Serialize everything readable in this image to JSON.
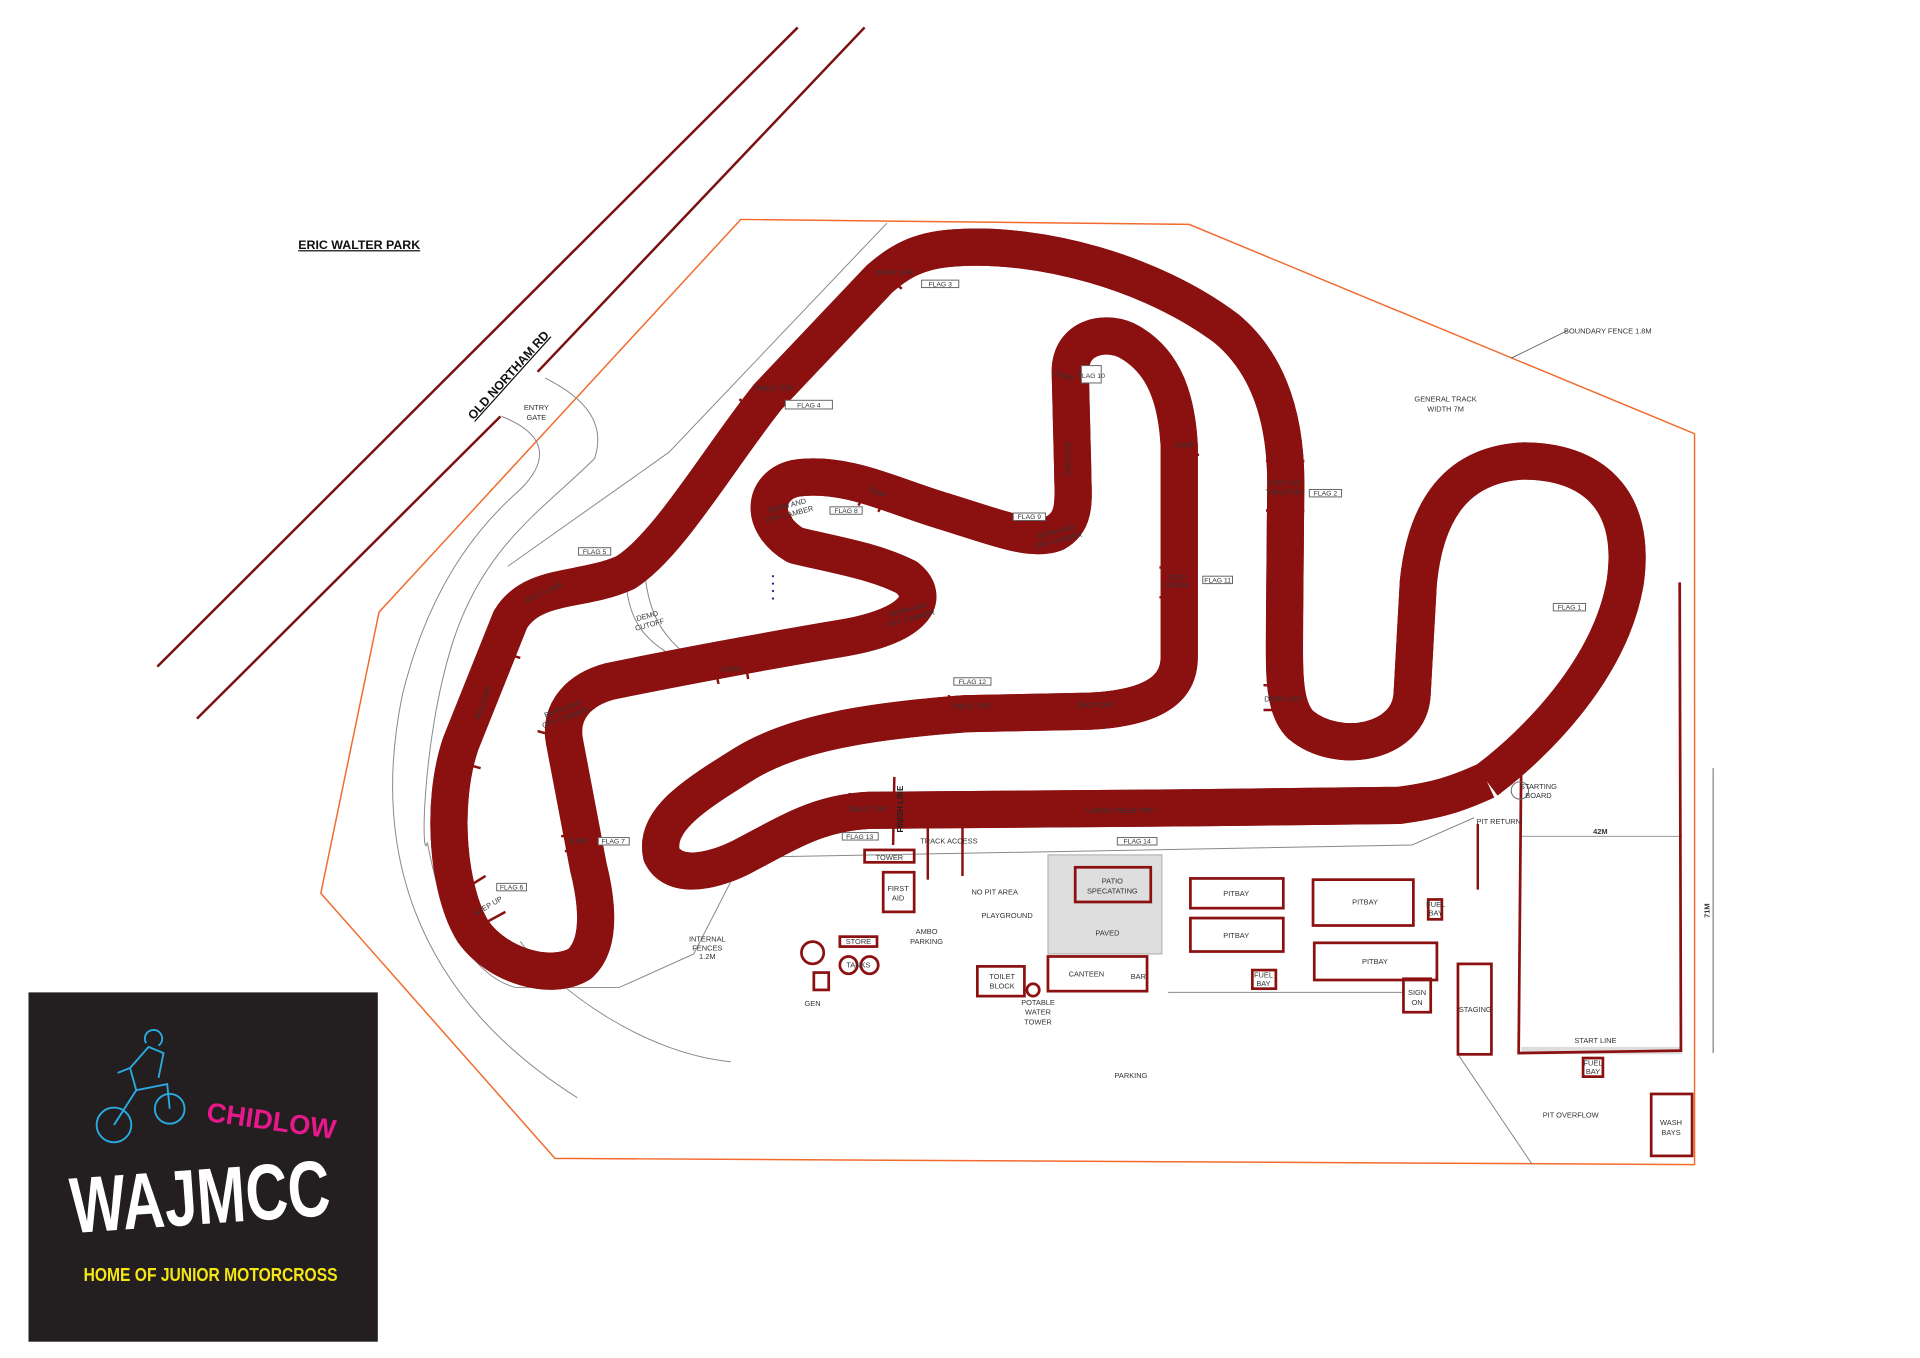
{
  "title": "ERIC WALTER PARK",
  "road": "OLD NORTHAM RD",
  "entry_gate": [
    "ENTRY",
    "GATE"
  ],
  "boundary_fence": "BOUNDARY FENCE 1.8M",
  "track_width": [
    "GENERAL TRACK",
    "WIDTH 7M"
  ],
  "flags": [
    "FLAG 1",
    "FLAG 2",
    "FLAG 3",
    "FLAG 4",
    "FLAG 5",
    "FLAG 6",
    "FLAG 7",
    "FLAG 8",
    "FLAG 9",
    "FLAG 10",
    "FLAG 11",
    "FLAG 12",
    "FLAG 13",
    "FLAG 14"
  ],
  "features": {
    "drop_off": "DROP OFF",
    "table_top": "TABLE TOP",
    "jump": "JUMP",
    "whoops": "WHOOPS",
    "step_up_tabletop": [
      "STEP UP/",
      "TABLETOP"
    ],
    "step_down": [
      "STEP",
      "DOWN"
    ],
    "berm": [
      "BERM AND",
      "OFF CAMBER"
    ],
    "split_lane": "SPLIT LANE",
    "demo_cutoff": [
      "DEMO",
      "CUTOFF"
    ],
    "rollers": "ROLLERS",
    "step_up": "STEP UP",
    "finish_line": "FINISH LINE",
    "large_table_top": "LARGE TABLE TOP",
    "track_access": "TRACK ACCESS"
  },
  "facilities": {
    "tower": "TOWER",
    "first_aid": [
      "FIRST",
      "AID"
    ],
    "no_pit_area": "NO PIT AREA",
    "playground": "PLAYGROUND",
    "ambo_parking": [
      "AMBO",
      "PARKING"
    ],
    "patio": [
      "PATIO",
      "SPECATATING"
    ],
    "paved": "PAVED",
    "canteen": "CANTEEN",
    "bar": "BAR",
    "toilet_block": [
      "TOILET",
      "BLOCK"
    ],
    "potable_water": [
      "POTABLE",
      "WATER",
      "TOWER"
    ],
    "store": "STORE",
    "tanks": "TANKS",
    "gen": "GEN",
    "internal_fences": [
      "INTERNAL",
      "FENCES",
      "1.2M"
    ],
    "pitbay": "PITBAY",
    "fuel_bay": [
      "FUEL",
      "BAY"
    ],
    "sign_on": [
      "SIGN",
      "ON"
    ],
    "staging": "STAGING",
    "start_line": "START LINE",
    "width_42": "42M",
    "length_71": "71M",
    "starting_board": [
      "STARTING",
      "BOARD"
    ],
    "pit_return": "PIT RETURN",
    "parking": "PARKING",
    "pit_overflow": "PIT OVERFLOW",
    "wash_bays": [
      "WASH",
      "BAYS"
    ]
  },
  "logo": {
    "club": "CHIDLOW",
    "name": "WAJMCC",
    "tagline": "HOME OF JUNIOR MOTORCROSS"
  },
  "colors": {
    "track": "#8b1010",
    "fence": "#f26a2e",
    "logo_bg": "#231f20",
    "pink": "#e6188a",
    "yellow": "#f5e614",
    "cyan": "#29abe2"
  }
}
